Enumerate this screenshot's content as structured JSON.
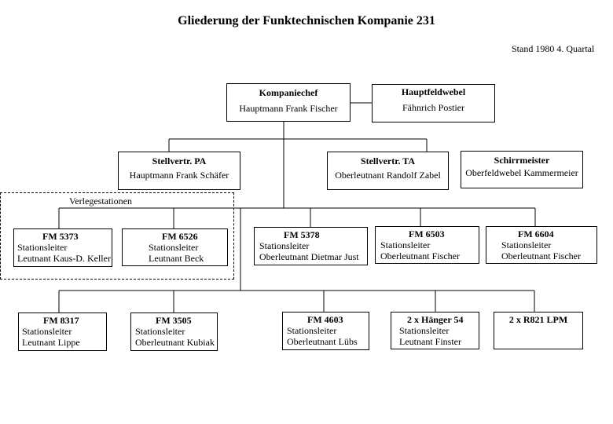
{
  "title": "Gliederung der Funktechnischen Kompanie 231",
  "stand": "Stand 1980 4. Quartal",
  "group_label": "Verlegestationen",
  "boxes": {
    "kompaniechef": {
      "head": "Kompaniechef",
      "name": "Hauptmann Frank Fischer"
    },
    "hauptfeldwebel": {
      "head": "Hauptfeldwebel",
      "name": "Fähnrich Postier"
    },
    "stellv_pa": {
      "head": "Stellvertr. PA",
      "name": "Hauptmann Frank Schäfer"
    },
    "stellv_ta": {
      "head": "Stellvertr. TA",
      "name": "Oberleutnant Randolf Zabel"
    },
    "schirrmeister": {
      "head": "Schirrmeister",
      "name": "Oberfeldwebel Kammermeier"
    },
    "fm5373": {
      "head": "FM 5373",
      "role": "Stationsleiter",
      "name": "Leutnant Kaus-D. Keller"
    },
    "fm6526": {
      "head": "FM 6526",
      "role": "Stationsleiter",
      "name": "Leutnant Beck"
    },
    "fm5378": {
      "head": "FM 5378",
      "role": "Stationsleiter",
      "name": "Oberleutnant Dietmar Just"
    },
    "fm6503": {
      "head": "FM 6503",
      "role": "Stationsleiter",
      "name": "Oberleutnant Fischer"
    },
    "fm6604": {
      "head": "FM 6604",
      "role": "Stationsleiter",
      "name": "Oberleutnant Fischer"
    },
    "fm8317": {
      "head": "FM 8317",
      "role": "Stationsleiter",
      "name": "Leutnant Lippe"
    },
    "fm3505": {
      "head": "FM 3505",
      "role": "Stationsleiter",
      "name": "Oberleutnant Kubiak"
    },
    "fm4603": {
      "head": "FM 4603",
      "role": "Stationsleiter",
      "name": "Oberleutnant Lübs"
    },
    "haenger": {
      "head": "2 x Hänger 54",
      "role": "Stationsleiter",
      "name": "Leutnant Finster"
    },
    "r821": {
      "head": "2 x R821 LPM"
    }
  }
}
